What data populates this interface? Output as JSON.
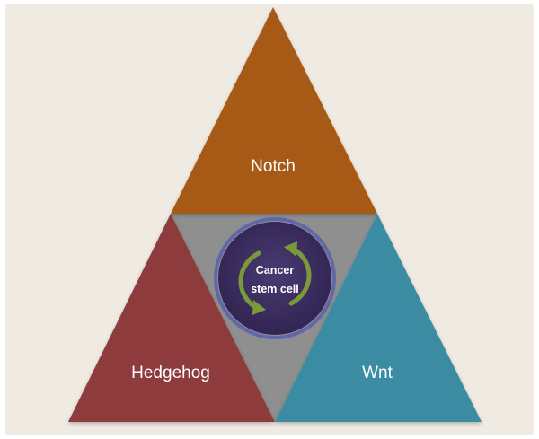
{
  "diagram": {
    "top_label": "Notch",
    "left_label": "Hedgehog",
    "right_label": "Wnt",
    "center_label_line1": "Cancer",
    "center_label_line2": "stem cell"
  },
  "colors": {
    "background": "#efebe3",
    "notch": "#a65a12",
    "hedgehog": "#8e3a3c",
    "wnt": "#3a8ca3",
    "center_triangle": "#8f8f8f",
    "circle_fill": "#3a2a5a",
    "circle_ring": "#5a5fb0",
    "arrow": "#7a9a3a"
  },
  "icons": {
    "cycle": "circular-arrows-icon"
  }
}
